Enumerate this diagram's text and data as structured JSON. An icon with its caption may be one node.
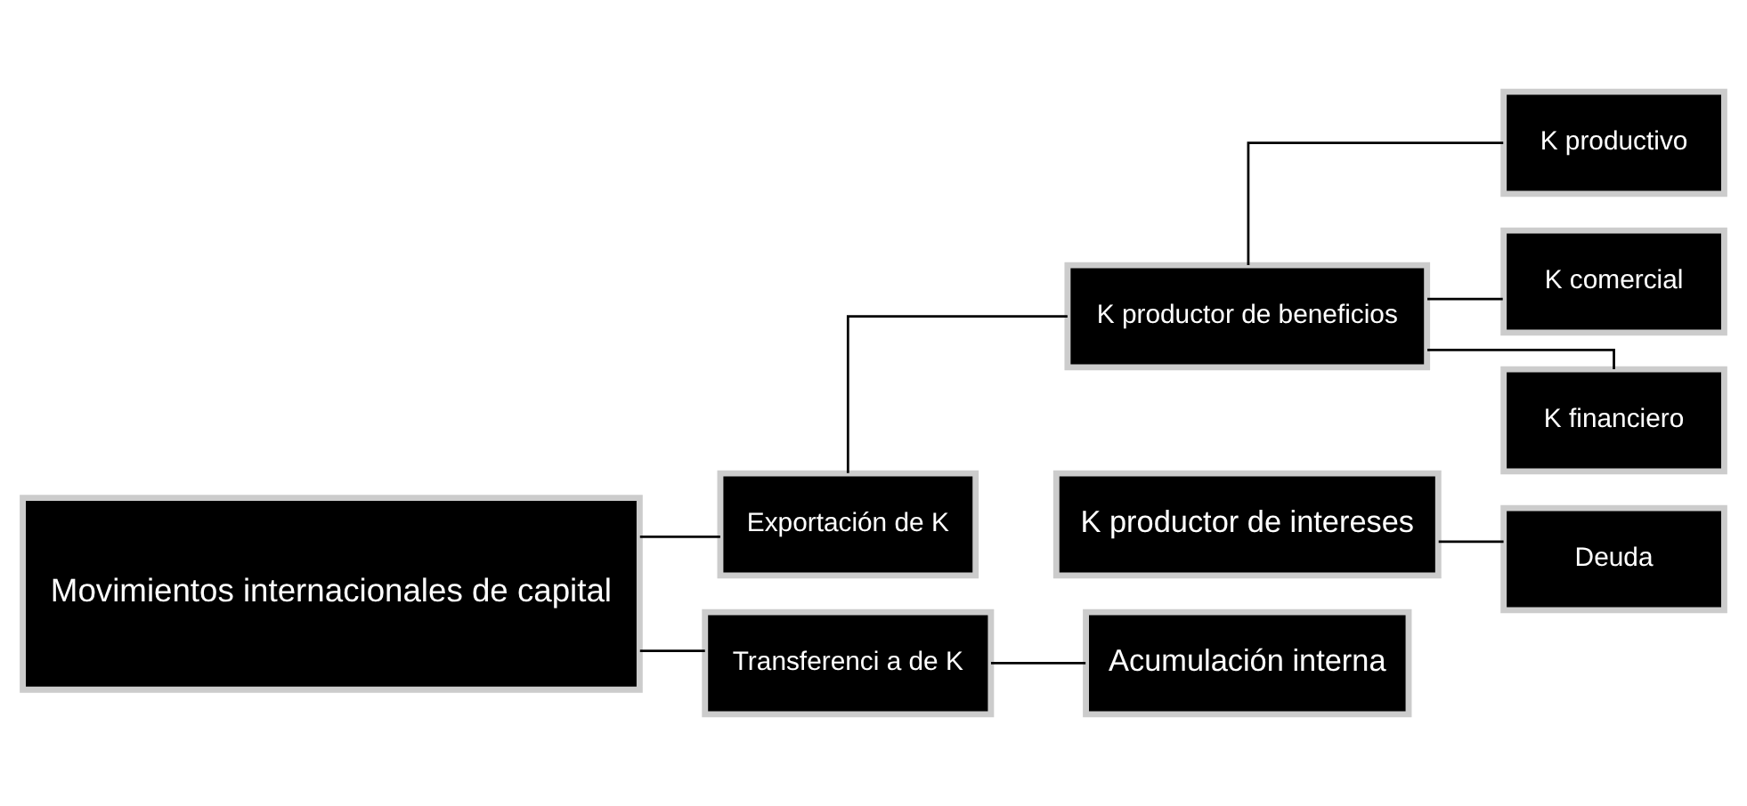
{
  "diagram": {
    "nodes": [
      {
        "text": [
          "Movimientos internacionales de capital"
        ]
      },
      {
        "text": [
          "Exportación de K"
        ]
      },
      {
        "text": [
          "Transferenci a de K"
        ]
      },
      {
        "text": [
          "K productor de beneficios"
        ]
      },
      {
        "text": [
          "K productor de intereses"
        ]
      },
      {
        "text": [
          "Acumulación interna"
        ]
      },
      {
        "text": [
          "K productivo"
        ]
      },
      {
        "text": [
          "K comercial"
        ]
      },
      {
        "text": [
          "K financiero"
        ]
      },
      {
        "text": [
          "Deuda"
        ]
      }
    ],
    "edges": [
      {
        "from": 0,
        "to": 1,
        "arrow": "none"
      },
      {
        "from": 0,
        "to": 2,
        "arrow": "none"
      },
      {
        "from": 1,
        "to": 3,
        "arrow": "none"
      },
      {
        "from": 3,
        "to": 6,
        "arrow": "none"
      },
      {
        "from": 3,
        "to": 7,
        "arrow": "none"
      },
      {
        "from": 3,
        "to": 8,
        "arrow": "none"
      },
      {
        "from": 4,
        "to": 9,
        "arrow": "none"
      },
      {
        "from": 2,
        "to": 5,
        "arrow": "none"
      }
    ]
  }
}
